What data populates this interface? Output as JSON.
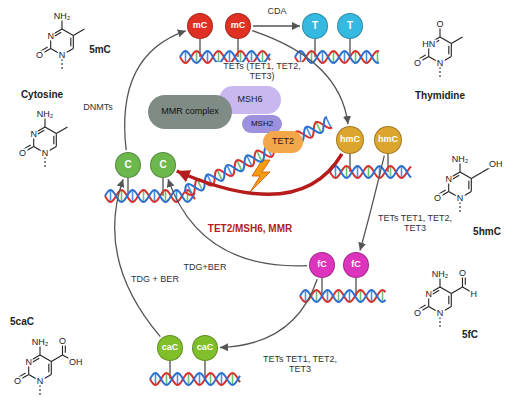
{
  "diagram": {
    "nodes": [
      {
        "text": [
          "mC"
        ]
      },
      {
        "text": [
          "mC"
        ]
      },
      {
        "text": [
          "T"
        ]
      },
      {
        "text": [
          "T"
        ]
      },
      {
        "text": [
          "MSH6"
        ]
      },
      {
        "text": [
          "MSH2"
        ]
      },
      {
        "text": [
          "MMR complex"
        ]
      },
      {
        "text": [
          "TET2"
        ]
      },
      {
        "text": [
          "C"
        ]
      },
      {
        "text": [
          "C"
        ]
      },
      {
        "text": [
          "hmC"
        ]
      },
      {
        "text": [
          "hmC"
        ]
      },
      {
        "text": [
          "fC"
        ]
      },
      {
        "text": [
          "fC"
        ]
      },
      {
        "text": [
          "caC"
        ]
      },
      {
        "text": [
          "caC"
        ]
      }
    ],
    "edges": [
      {
        "from": 1,
        "to": 2,
        "arrow": "to",
        "label": "CDA"
      },
      {
        "from": 1,
        "to": 10,
        "arrow": "to",
        "label": "TETs (TET1, TET2, TET3)"
      },
      {
        "from": 11,
        "to": 13,
        "arrow": "to",
        "label": "TETs TET1, TET2, TET3"
      },
      {
        "from": 12,
        "to": 15,
        "arrow": "to",
        "label": "TETs TET1, TET2, TET3"
      },
      {
        "from": 14,
        "to": 8,
        "arrow": "to",
        "label": "TDG + BER"
      },
      {
        "from": 12,
        "to": 9,
        "arrow": "to",
        "label": "TDG+BER"
      },
      {
        "from": 10,
        "to": 9,
        "arrow": "to",
        "label": "TET2/MSH6, MMR"
      },
      {
        "from": 8,
        "to": 0,
        "arrow": "to",
        "label": "DNMTs"
      }
    ],
    "labels": [
      "5mC",
      "NH₂",
      "N",
      "N",
      "O",
      "Cytosine",
      "NH₂",
      "N",
      "N",
      "O",
      "5caC",
      "NH₂",
      "N",
      "N",
      "O",
      "O",
      "OH",
      "Thymidine",
      "O",
      "HN",
      "N",
      "O",
      "5hmC",
      "NH₂",
      "N",
      "N",
      "O",
      "OH",
      "5fC",
      "NH₂",
      "N",
      "N",
      "O",
      "O",
      "H"
    ]
  }
}
